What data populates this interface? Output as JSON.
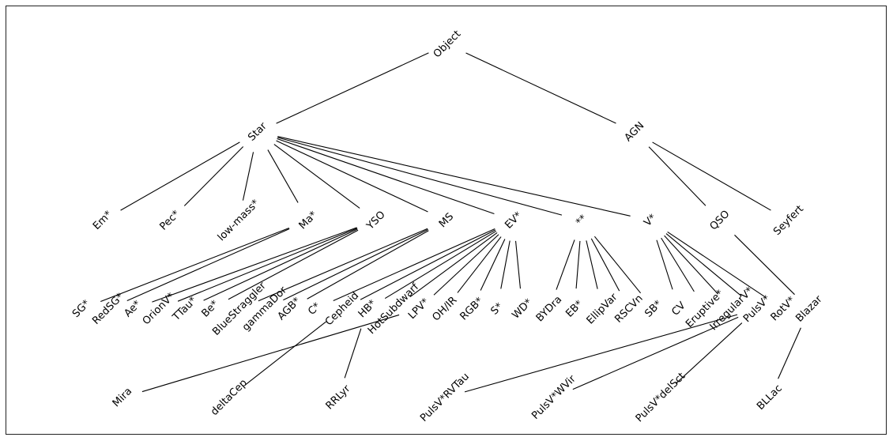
{
  "diagram": {
    "title": "",
    "nodes": [
      {
        "id": "Object",
        "label": "Object"
      },
      {
        "id": "Star",
        "label": "Star"
      },
      {
        "id": "AGN",
        "label": "AGN"
      },
      {
        "id": "Em",
        "label": "Em*"
      },
      {
        "id": "Pec",
        "label": "Pec*"
      },
      {
        "id": "lowmass",
        "label": "low-mass*"
      },
      {
        "id": "Ma",
        "label": "Ma*"
      },
      {
        "id": "YSO",
        "label": "YSO"
      },
      {
        "id": "MS",
        "label": "MS"
      },
      {
        "id": "EV",
        "label": "EV*"
      },
      {
        "id": "DS",
        "label": "**"
      },
      {
        "id": "V",
        "label": "V*"
      },
      {
        "id": "QSO",
        "label": "QSO"
      },
      {
        "id": "Seyfert",
        "label": "Seyfert"
      },
      {
        "id": "SG",
        "label": "SG*"
      },
      {
        "id": "RedSG",
        "label": "RedSG*"
      },
      {
        "id": "Ae",
        "label": "Ae*"
      },
      {
        "id": "OrionV",
        "label": "OrionV*"
      },
      {
        "id": "TTau",
        "label": "TTau*"
      },
      {
        "id": "Be",
        "label": "Be*"
      },
      {
        "id": "BlueStraggler",
        "label": "BlueStraggler"
      },
      {
        "id": "gammaDor",
        "label": "gammaDor"
      },
      {
        "id": "AGB",
        "label": "AGB*"
      },
      {
        "id": "C",
        "label": "C*"
      },
      {
        "id": "Cepheid",
        "label": "Cepheid"
      },
      {
        "id": "HB",
        "label": "HB*"
      },
      {
        "id": "HotSubdwarf",
        "label": "HotSubdwarf"
      },
      {
        "id": "LPV",
        "label": "LPV*"
      },
      {
        "id": "OHIR",
        "label": "OH/IR"
      },
      {
        "id": "RGB",
        "label": "RGB*"
      },
      {
        "id": "S",
        "label": "S*"
      },
      {
        "id": "WD",
        "label": "WD*"
      },
      {
        "id": "BYDra",
        "label": "BYDra"
      },
      {
        "id": "EB",
        "label": "EB*"
      },
      {
        "id": "EllipVar",
        "label": "EllipVar"
      },
      {
        "id": "RSCVn",
        "label": "RSCVn"
      },
      {
        "id": "SB",
        "label": "SB*"
      },
      {
        "id": "CV",
        "label": "CV"
      },
      {
        "id": "Eruptive",
        "label": "Eruptive*"
      },
      {
        "id": "IrregularV",
        "label": "IrregularV*"
      },
      {
        "id": "PulsV",
        "label": "PulsV*"
      },
      {
        "id": "RotV",
        "label": "RotV*"
      },
      {
        "id": "Blazar",
        "label": "Blazar"
      },
      {
        "id": "Mira",
        "label": "Mira"
      },
      {
        "id": "deltaCep",
        "label": "deltaCep"
      },
      {
        "id": "RRLyr",
        "label": "RRLyr"
      },
      {
        "id": "PulsVRVTau",
        "label": "PulsV*RVTau"
      },
      {
        "id": "PulsVWVir",
        "label": "PulsV*WVir"
      },
      {
        "id": "PulsVdelSct",
        "label": "PulsV*delSct"
      },
      {
        "id": "BLLac",
        "label": "BLLac"
      }
    ],
    "edges": [
      [
        "Object",
        "Star"
      ],
      [
        "Object",
        "AGN"
      ],
      [
        "Star",
        "Em"
      ],
      [
        "Star",
        "Pec"
      ],
      [
        "Star",
        "lowmass"
      ],
      [
        "Star",
        "Ma"
      ],
      [
        "Star",
        "YSO"
      ],
      [
        "Star",
        "MS"
      ],
      [
        "Star",
        "EV"
      ],
      [
        "Star",
        "DS"
      ],
      [
        "Star",
        "V"
      ],
      [
        "AGN",
        "QSO"
      ],
      [
        "AGN",
        "Seyfert"
      ],
      [
        "Ma",
        "SG"
      ],
      [
        "Ma",
        "RedSG"
      ],
      [
        "YSO",
        "Ae"
      ],
      [
        "YSO",
        "OrionV"
      ],
      [
        "YSO",
        "TTau"
      ],
      [
        "YSO",
        "Be"
      ],
      [
        "MS",
        "BlueStraggler"
      ],
      [
        "MS",
        "gammaDor"
      ],
      [
        "MS",
        "AGB"
      ],
      [
        "EV",
        "C"
      ],
      [
        "EV",
        "Cepheid"
      ],
      [
        "EV",
        "HB"
      ],
      [
        "EV",
        "HotSubdwarf"
      ],
      [
        "EV",
        "LPV"
      ],
      [
        "EV",
        "OHIR"
      ],
      [
        "EV",
        "RGB"
      ],
      [
        "EV",
        "S"
      ],
      [
        "EV",
        "WD"
      ],
      [
        "DS",
        "BYDra"
      ],
      [
        "DS",
        "EB"
      ],
      [
        "DS",
        "EllipVar"
      ],
      [
        "DS",
        "RSCVn"
      ],
      [
        "DS",
        "SB"
      ],
      [
        "V",
        "CV"
      ],
      [
        "V",
        "Eruptive"
      ],
      [
        "V",
        "IrregularV"
      ],
      [
        "V",
        "PulsV"
      ],
      [
        "V",
        "RotV"
      ],
      [
        "QSO",
        "Blazar"
      ],
      [
        "LPV",
        "Mira"
      ],
      [
        "Cepheid",
        "deltaCep"
      ],
      [
        "HB",
        "RRLyr"
      ],
      [
        "PulsV",
        "PulsVRVTau"
      ],
      [
        "PulsV",
        "PulsVWVir"
      ],
      [
        "PulsV",
        "PulsVdelSct"
      ],
      [
        "Blazar",
        "BLLac"
      ]
    ]
  }
}
